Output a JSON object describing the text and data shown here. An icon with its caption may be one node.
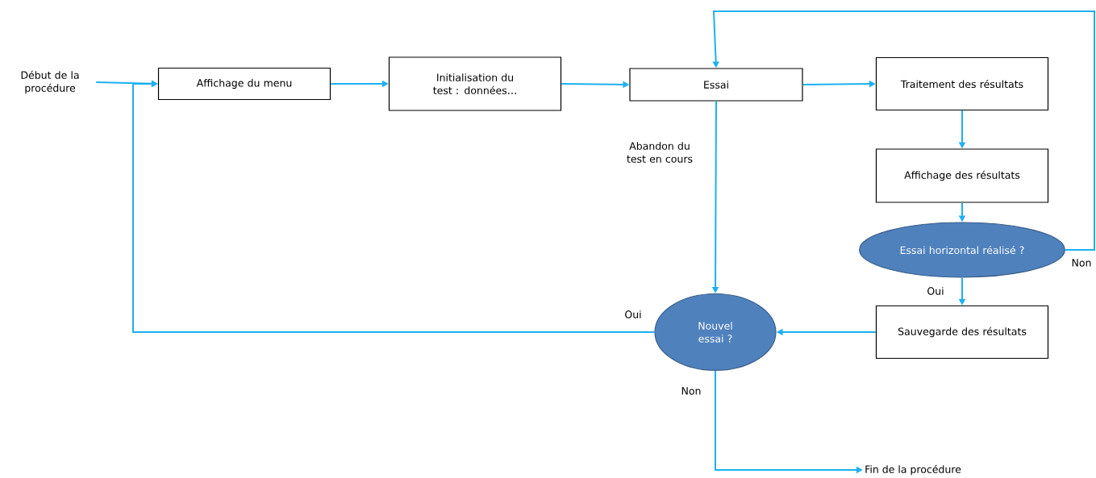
{
  "diagram": {
    "nodes": [
      {
        "text": [
          "Début de la procédure"
        ]
      },
      {
        "text": [
          "Affichage du menu"
        ]
      },
      {
        "text": [
          "Initialisation du test : données…"
        ]
      },
      {
        "text": [
          "Essai"
        ]
      },
      {
        "text": [
          "Traitement des résultats"
        ]
      },
      {
        "text": [
          "Affichage des résultats"
        ]
      },
      {
        "text": [
          "Essai horizontal réalisé ?"
        ]
      },
      {
        "text": [
          "Sauvegarde des résultats"
        ]
      },
      {
        "text": [
          "Nouvel essai ?"
        ]
      },
      {
        "text": [
          "Fin de la procédure"
        ]
      }
    ],
    "edges": [
      {
        "from": 0,
        "to": 1,
        "arrow": "to"
      },
      {
        "from": 1,
        "to": 2,
        "arrow": "to"
      },
      {
        "from": 2,
        "to": 3,
        "arrow": "to"
      },
      {
        "from": 3,
        "to": 4,
        "arrow": "to"
      },
      {
        "from": 4,
        "to": 5,
        "arrow": "to"
      },
      {
        "from": 5,
        "to": 6,
        "arrow": "to"
      },
      {
        "from": 6,
        "to": 7,
        "arrow": "to",
        "label": "Oui"
      },
      {
        "from": 6,
        "to": 3,
        "arrow": "to",
        "label": "Non"
      },
      {
        "from": 7,
        "to": 8,
        "arrow": "to"
      },
      {
        "from": 3,
        "to": 8,
        "arrow": "to",
        "label": "Abandon du test en cours"
      },
      {
        "from": 8,
        "to": 1,
        "arrow": "to",
        "label": "Oui"
      },
      {
        "from": 8,
        "to": 9,
        "arrow": "to",
        "label": "Non"
      }
    ]
  }
}
